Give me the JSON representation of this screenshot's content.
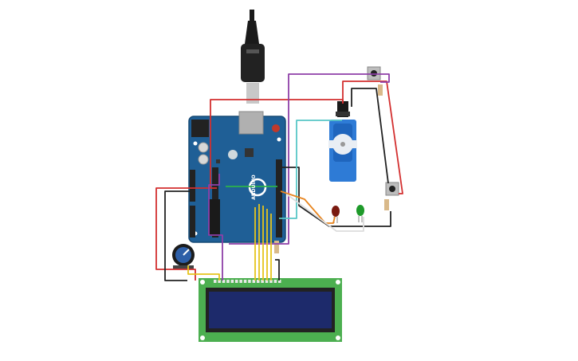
{
  "board": {
    "brand": "ARDUINO",
    "body_color": "#1f5f96",
    "header_color": "#222222"
  },
  "lcd": {
    "pcb_color": "#4caf50",
    "screen_color": "#1d2a6b",
    "pin_count": 16
  },
  "components": [
    {
      "name": "usb-cable",
      "icon": "usb-plug-icon"
    },
    {
      "name": "servo-motor",
      "icon": "servo-icon",
      "color": "#2e7bd6"
    },
    {
      "name": "push-button-top",
      "icon": "push-button-icon"
    },
    {
      "name": "push-button-right",
      "icon": "push-button-icon"
    },
    {
      "name": "led-red",
      "icon": "led-icon",
      "color": "#7a1a10"
    },
    {
      "name": "led-green",
      "icon": "led-icon",
      "color": "#1e9a2a"
    },
    {
      "name": "potentiometer",
      "icon": "potentiometer-icon",
      "color": "#2d5fa8"
    },
    {
      "name": "resistor",
      "icon": "resistor-icon",
      "color": "#d9b98a"
    }
  ],
  "wire_colors": {
    "red": "#d32f2f",
    "black": "#222222",
    "purple": "#8e3fa8",
    "teal": "#58c6c6",
    "orange": "#e8851f",
    "green": "#2db34a",
    "yellow": "#e6c41c",
    "white": "#dddddd"
  }
}
